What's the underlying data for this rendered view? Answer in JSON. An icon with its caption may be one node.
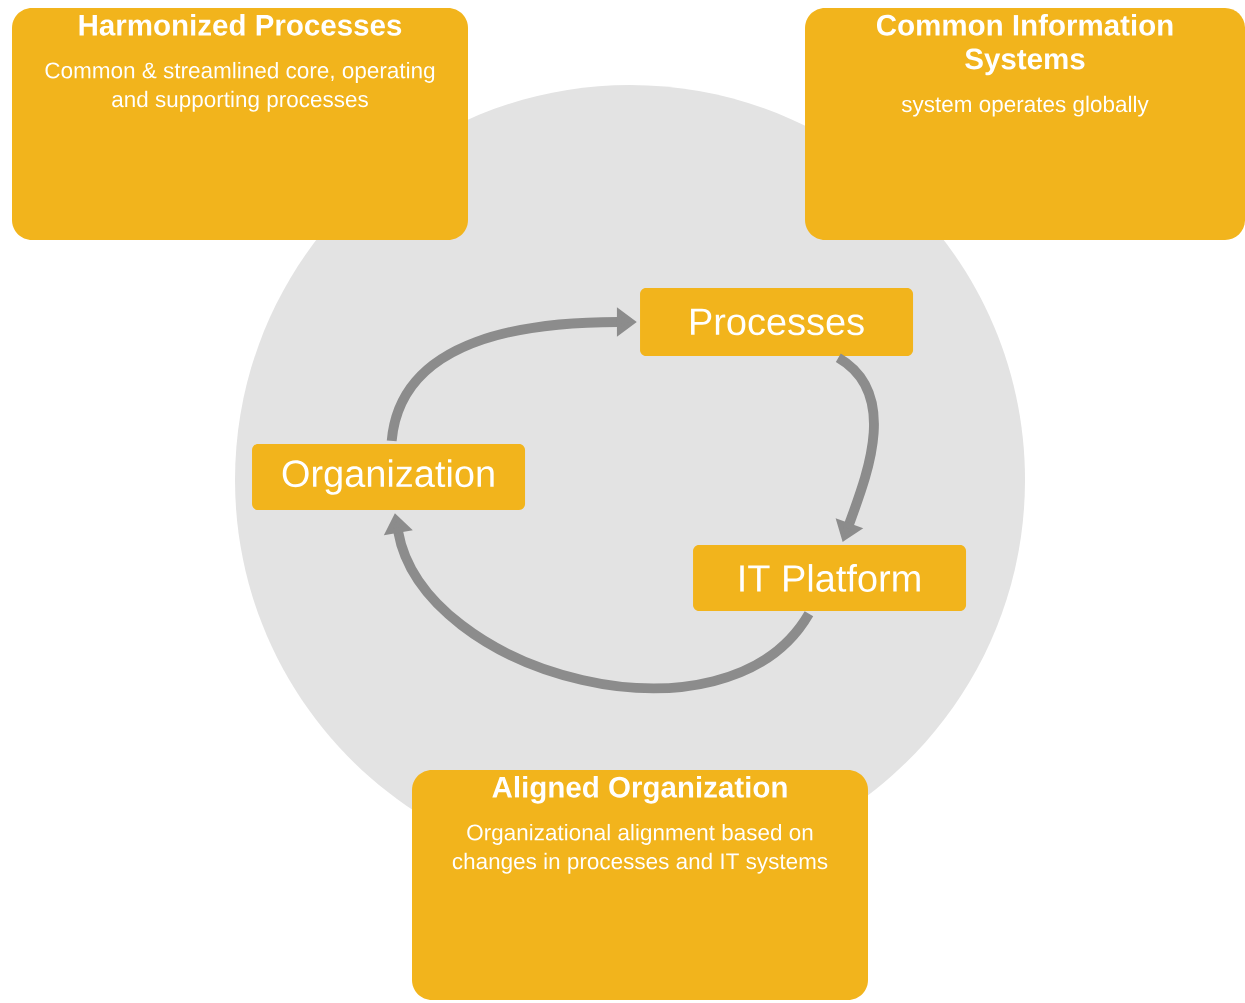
{
  "diagram": {
    "nodes": [
      {
        "text": [
          "Harmonized Processes",
          "Common & streamlined core, operating and supporting processes"
        ]
      },
      {
        "text": [
          "Common Information Systems",
          "system operates globally"
        ]
      },
      {
        "text": [
          "Processes"
        ]
      },
      {
        "text": [
          "Organization"
        ]
      },
      {
        "text": [
          "IT Platform"
        ]
      },
      {
        "text": [
          "Aligned Organization",
          "Organizational alignment based on changes in processes and IT systems"
        ]
      }
    ],
    "edges": [
      {
        "from": 3,
        "to": 2,
        "arrow": "to"
      },
      {
        "from": 2,
        "to": 4,
        "arrow": "to"
      },
      {
        "from": 4,
        "to": 3,
        "arrow": "to"
      }
    ]
  }
}
